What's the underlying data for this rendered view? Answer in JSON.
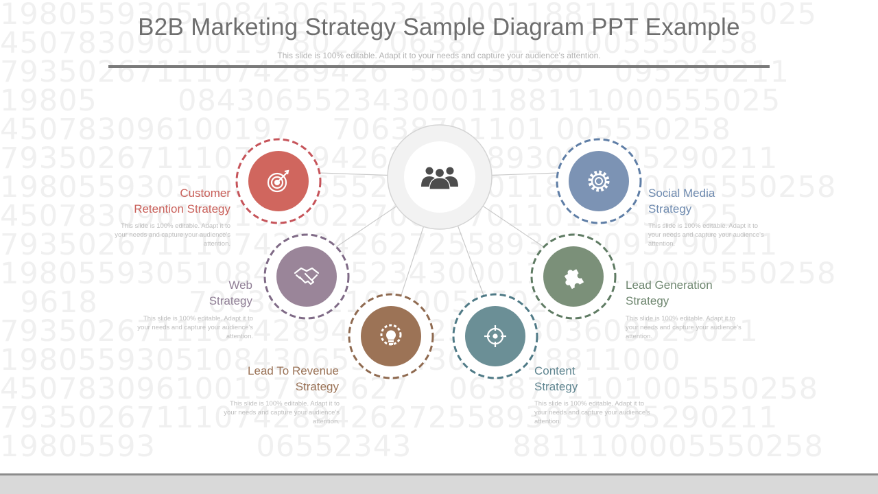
{
  "slide": {
    "title": "B2B Marketing Strategy Sample Diagram PPT Example",
    "subtitle": "This slide is 100% editable. Adapt it to your needs and capture your audience's attention."
  },
  "center": {
    "icon": "people-group-icon",
    "ring_color": "#dcdcdc"
  },
  "background_numbers": [
    "198055930510843065523430001188111000555025",
    "450783096100197802270638701101005550258",
    "79350267111074289426  558930360   095290211",
    "19805        0843065523430001188111000555025",
    "450783096100197    70638701101 005550258",
    "7935026711107428942627255893096095290211",
    "1980559305108430655234300011881100005550258",
    "45078309610019780227063870110100555025",
    "7935026711107428942627255893096095290211",
    "1980559305108430655234300011881110005550258",
    "  9618         70638701101 005550258",
    "793502671110742894262725589303609529021",
    "19805593051084306552343000118811000",
    "450783096100197802627    0638701101005550258",
    "7935026711107428942627255893096095290211",
    "19805593          06552343          8811100005550258"
  ],
  "nodes": [
    {
      "id": "customer-retention",
      "label_line1": "Customer",
      "label_line2": "Retention Strategy",
      "description": "This slide is 100% editable. Adapt it to your needs and capture your audience's attention.",
      "color": "#d0665e",
      "ring_color": "#c6545a",
      "icon": "target-icon"
    },
    {
      "id": "web",
      "label_line1": "Web",
      "label_line2": "Strategy",
      "description": "This slide is 100% editable. Adapt it to your needs and capture your audience's attention.",
      "color": "#9a8599",
      "ring_color": "#7f6a86",
      "icon": "handshake-icon"
    },
    {
      "id": "lead-to-revenue",
      "label_line1": "Lead To Revenue",
      "label_line2": "Strategy",
      "description": "This slide is 100% editable. Adapt it to your needs and capture your audience's attention.",
      "color": "#9c7356",
      "ring_color": "#8f6a50",
      "icon": "lightbulb-gear-icon"
    },
    {
      "id": "content",
      "label_line1": "Content",
      "label_line2": "Strategy",
      "description": "This slide is 100% editable. Adapt it to your needs and capture your audience's attention.",
      "color": "#6b8f96",
      "ring_color": "#4f7a86",
      "icon": "crosshair-icon"
    },
    {
      "id": "lead-generation",
      "label_line1": "Lead Generation",
      "label_line2": "Strategy",
      "description": "This slide is 100% editable. Adapt it to your needs and capture your audience's attention.",
      "color": "#7b9079",
      "ring_color": "#5f7b63",
      "icon": "puzzle-icon"
    },
    {
      "id": "social-media",
      "label_line1": "Social Media",
      "label_line2": "Strategy",
      "description": "This slide is 100% editable. Adapt it to your needs and capture your audience's attention.",
      "color": "#7c93b4",
      "ring_color": "#5f7ea6",
      "icon": "gear-icon"
    }
  ]
}
